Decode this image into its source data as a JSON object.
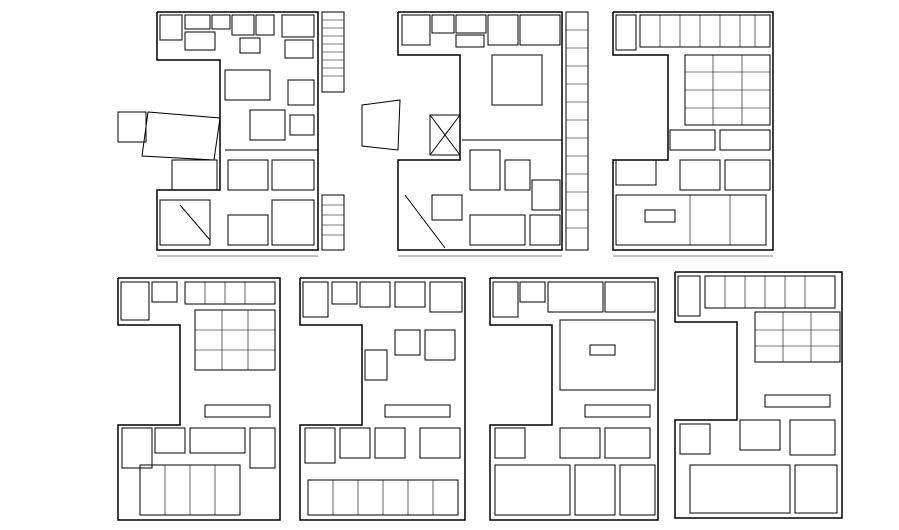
{
  "sheet": {
    "description_none": "",
    "colors": {
      "ink": "#000000",
      "paper": "#ffffff"
    },
    "plans": [
      {
        "name": "plan-top-left"
      },
      {
        "name": "plan-top-center"
      },
      {
        "name": "plan-top-right"
      },
      {
        "name": "plan-bottom-1"
      },
      {
        "name": "plan-bottom-2"
      },
      {
        "name": "plan-bottom-3"
      },
      {
        "name": "plan-bottom-4"
      }
    ]
  }
}
